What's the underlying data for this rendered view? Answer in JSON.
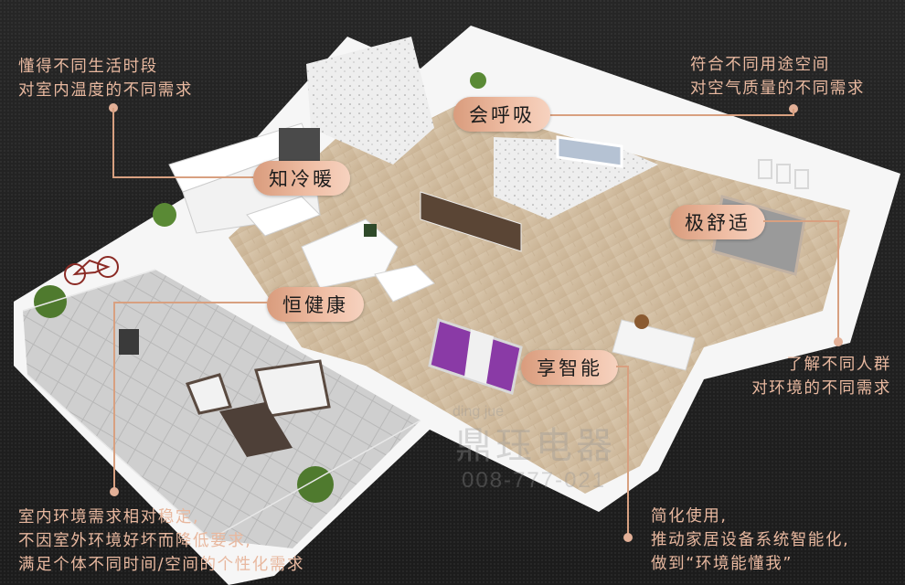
{
  "callouts": [
    {
      "id": "temperature",
      "label": "知冷暖",
      "description": [
        "懂得不同生活时段",
        "对室内温度的不同需求"
      ]
    },
    {
      "id": "breathing",
      "label": "会呼吸",
      "description": [
        "符合不同用途空间",
        "对空气质量的不同需求"
      ]
    },
    {
      "id": "comfort",
      "label": "极舒适",
      "description": [
        "了解不同人群",
        "对环境的不同需求"
      ]
    },
    {
      "id": "health",
      "label": "恒健康",
      "description": [
        "室内环境需求相对稳定,",
        "不因室外环境好坏而降低要求,",
        "满足个体不同时间/空间的个性化需求"
      ]
    },
    {
      "id": "smart",
      "label": "享智能",
      "description": [
        "简化使用,",
        "推动家居设备系统智能化,",
        "做到“环境能懂我”"
      ]
    }
  ],
  "watermark": {
    "pinyin": "ding jue",
    "brand": "鼎珏电器",
    "phone": "008-777-021"
  },
  "colors": {
    "background": "#1e1e1e",
    "accent_text": "#e8b89f",
    "pill_gradient_start": "#d99c7d",
    "pill_gradient_end": "#f6d2bf",
    "connector_line": "#d8a080"
  }
}
